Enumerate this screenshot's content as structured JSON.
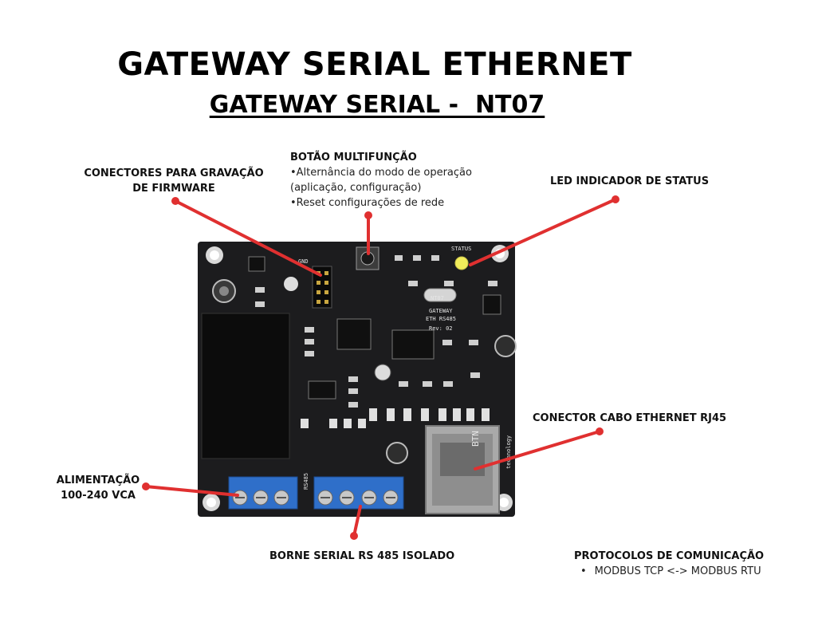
{
  "title": "GATEWAY SERIAL ETHERNET",
  "subtitle": "GATEWAY SERIAL -  NT07",
  "callouts": {
    "firmware": {
      "line1": "CONECTORES PARA GRAVAÇÃO",
      "line2": "DE FIRMWARE"
    },
    "button": {
      "heading": "BOTÃO MULTIFUNÇÃO",
      "bullet1": "•Alternância do modo de operação",
      "bullet1_cont": "(aplicação, configuração)",
      "bullet2": "•Reset configurações de rede"
    },
    "led": "LED INDICADOR DE STATUS",
    "rj45": "CONECTOR CABO ETHERNET RJ45",
    "power": {
      "line1": "ALIMENTAÇÃO",
      "line2": "100-240 VCA"
    },
    "rs485": "BORNE SERIAL RS 485 ISOLADO",
    "protocols": {
      "heading": "PROTOCOLOS DE COMUNICAÇÃO",
      "item": "MODBUS TCP <-> MODBUS RTU"
    }
  },
  "board": {
    "model": "NT07",
    "line2": "GATEWAY",
    "line3": "ETH RS485",
    "rev": "Rev: 02",
    "status_label": "STATUS",
    "gnd_label": "GND",
    "rs485_label": "RS485",
    "brand": "BTN",
    "brand_sub": "technology"
  },
  "colors": {
    "pointer": "#e03030",
    "pcb": "#1c1c1e",
    "terminal": "#2f6fc9",
    "led": "#f1ec5a"
  }
}
